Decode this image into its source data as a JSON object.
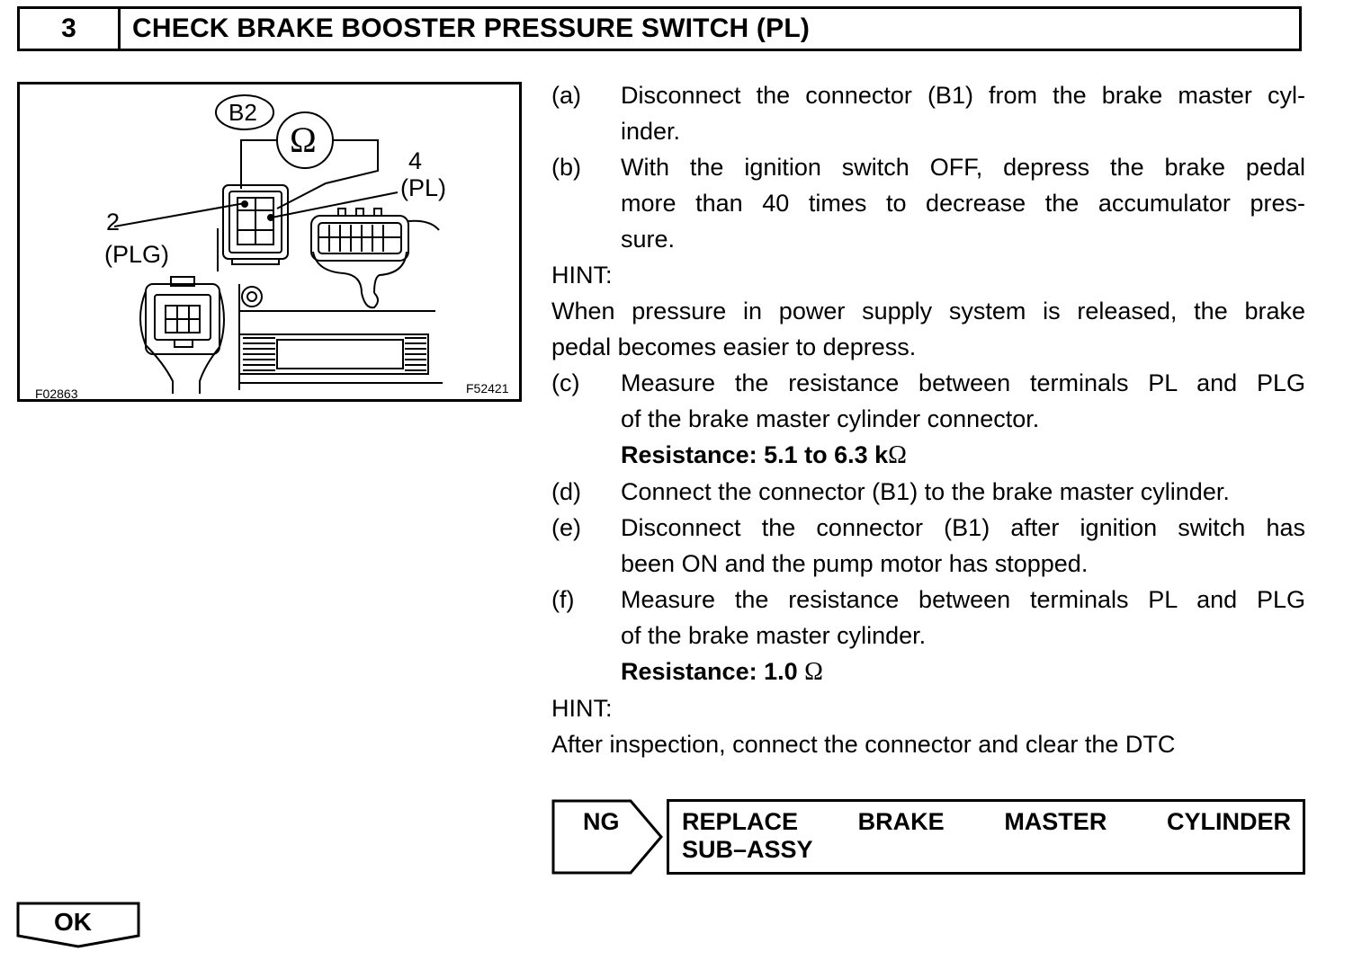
{
  "header": {
    "step_number": "3",
    "title": "CHECK BRAKE BOOSTER PRESSURE SWITCH (PL)"
  },
  "figure": {
    "connector_label": "B2",
    "ohm_symbol": "Ω",
    "terminal_4": "4",
    "terminal_4_name": "(PL)",
    "terminal_2": "2",
    "terminal_2_name": "(PLG)",
    "code_left": "F02863",
    "code_right": "F52421"
  },
  "steps": [
    {
      "label": "(a)",
      "lines": [
        "Disconnect the connector (B1) from the brake master cyl-",
        "inder."
      ]
    },
    {
      "label": "(b)",
      "lines": [
        "With the ignition switch OFF, depress the brake pedal",
        "more than 40 times to decrease the accumulator pres-",
        "sure."
      ]
    },
    {
      "label": "(c)",
      "lines": [
        "Measure the resistance between terminals PL and PLG",
        "of the brake master cylinder connector."
      ],
      "spec_label": "Resistance: 5.1 to 6.3 k",
      "spec_unit": "Ω"
    },
    {
      "label": "(d)",
      "lines": [
        "Connect the connector (B1) to the brake master cylinder."
      ]
    },
    {
      "label": "(e)",
      "lines": [
        "Disconnect the connector (B1) after ignition switch has",
        "been ON and the pump motor has stopped."
      ]
    },
    {
      "label": "(f)",
      "lines": [
        "Measure the resistance between terminals PL and PLG",
        "of the brake master cylinder."
      ],
      "spec_label": "Resistance: 1.0",
      "spec_unit": "Ω"
    }
  ],
  "hints": [
    {
      "label": "HINT:",
      "lines": [
        "When pressure in power supply system is released, the brake",
        "pedal becomes easier to depress."
      ]
    },
    {
      "label": "HINT:",
      "lines": [
        "After inspection, connect the connector and clear the DTC"
      ]
    }
  ],
  "ng": {
    "label": "NG",
    "action_words": [
      "REPLACE",
      "BRAKE",
      "MASTER",
      "CYLINDER"
    ],
    "action_line2": "SUB–ASSY"
  },
  "ok": {
    "label": "OK"
  }
}
